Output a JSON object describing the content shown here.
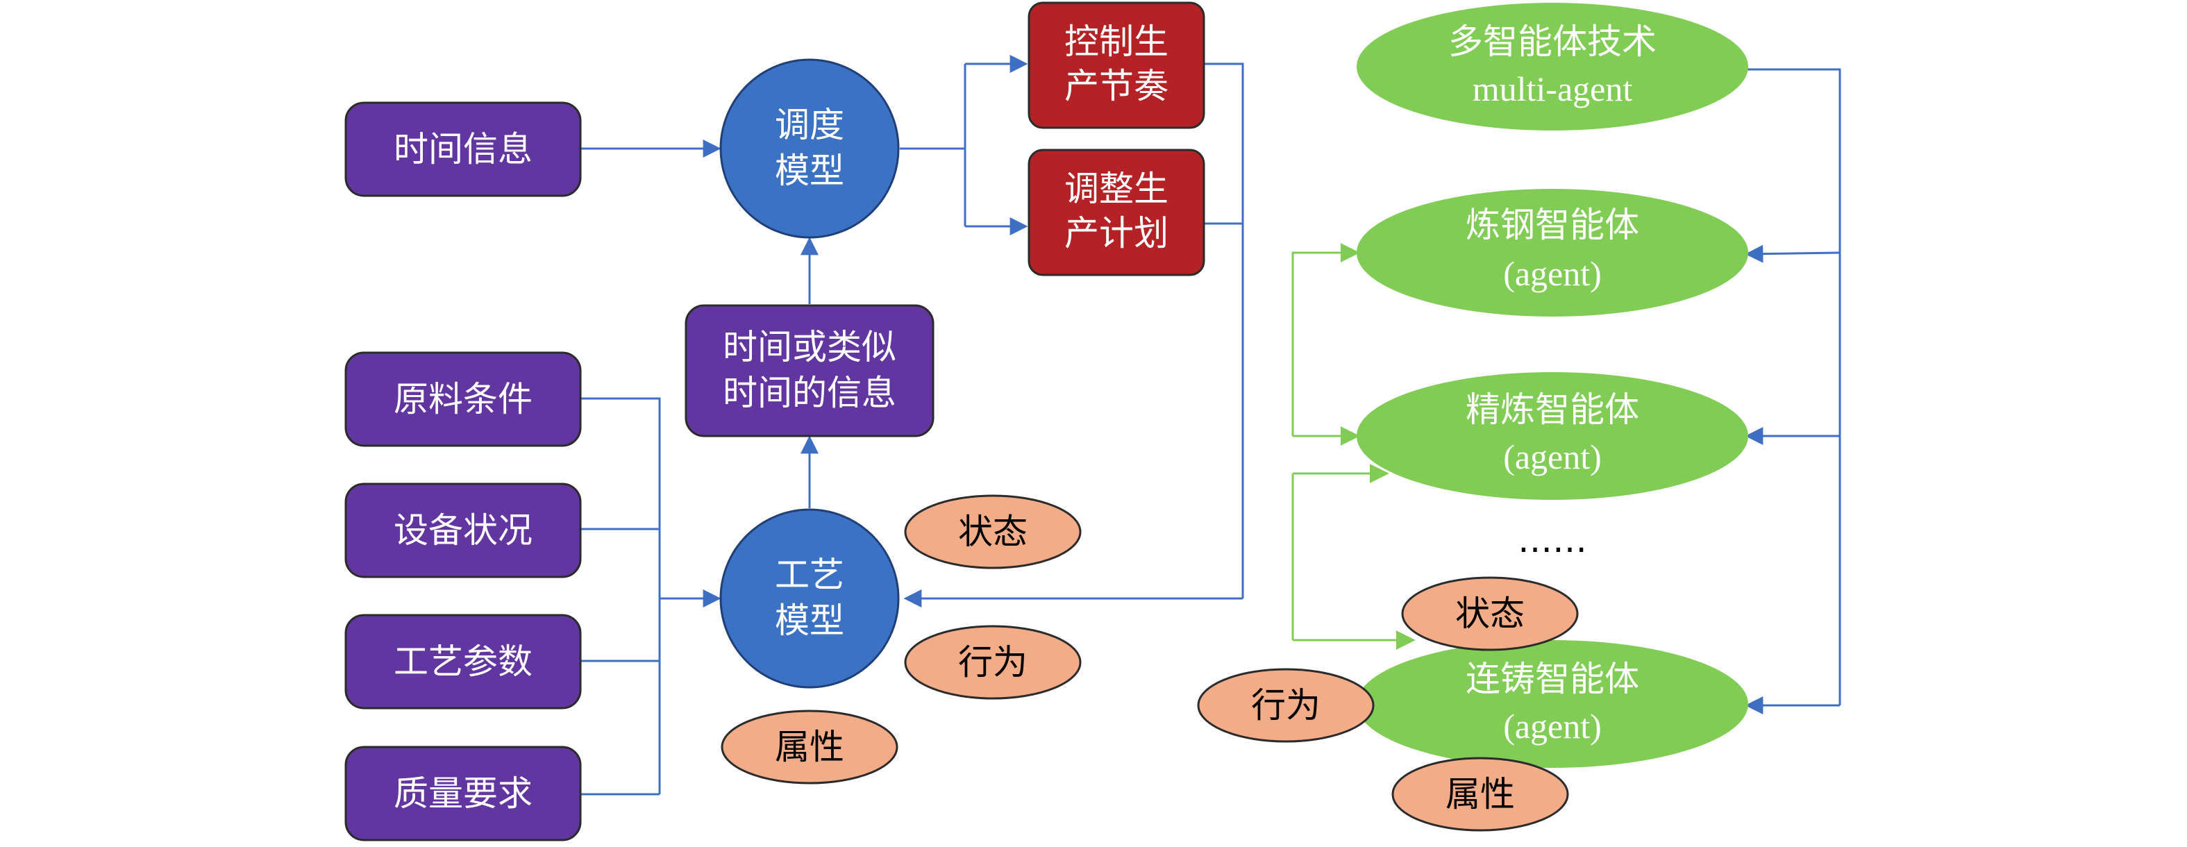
{
  "colors": {
    "purple_box": "#6236a0",
    "red_box": "#b52226",
    "blue_circle": "#3c72c4",
    "orange_ellipse": "#f2ad88",
    "green_ellipse": "#80cc55",
    "connector_blue": "#3f6fc2",
    "connector_green": "#80cc55"
  },
  "inputs": {
    "time_info": "时间信息",
    "raw_material": "原料条件",
    "equipment_status": "设备状况",
    "process_params": "工艺参数",
    "quality_req": "质量要求"
  },
  "scheduling_model": {
    "line1": "调度",
    "line2": "模型"
  },
  "process_model": {
    "line1": "工艺",
    "line2": "模型"
  },
  "time_like_info": {
    "line1": "时间或类似",
    "line2": "时间的信息"
  },
  "outputs": {
    "control_rhythm": {
      "line1": "控制生",
      "line2": "产节奏"
    },
    "adjust_plan": {
      "line1": "调整生",
      "line2": "产计划"
    }
  },
  "process_attributes": {
    "state": "状态",
    "behavior": "行为",
    "attribute": "属性"
  },
  "agents": {
    "multi_agent": {
      "line1": "多智能体技术",
      "line2": "multi-agent"
    },
    "steelmaking": {
      "line1": "炼钢智能体",
      "line2": "(agent)"
    },
    "refining": {
      "line1": "精炼智能体",
      "line2": "(agent)"
    },
    "ellipsis": "……",
    "casting": {
      "line1": "连铸智能体",
      "line2": "(agent)"
    }
  },
  "agent_attributes": {
    "state": "状态",
    "behavior": "行为",
    "attribute": "属性"
  }
}
